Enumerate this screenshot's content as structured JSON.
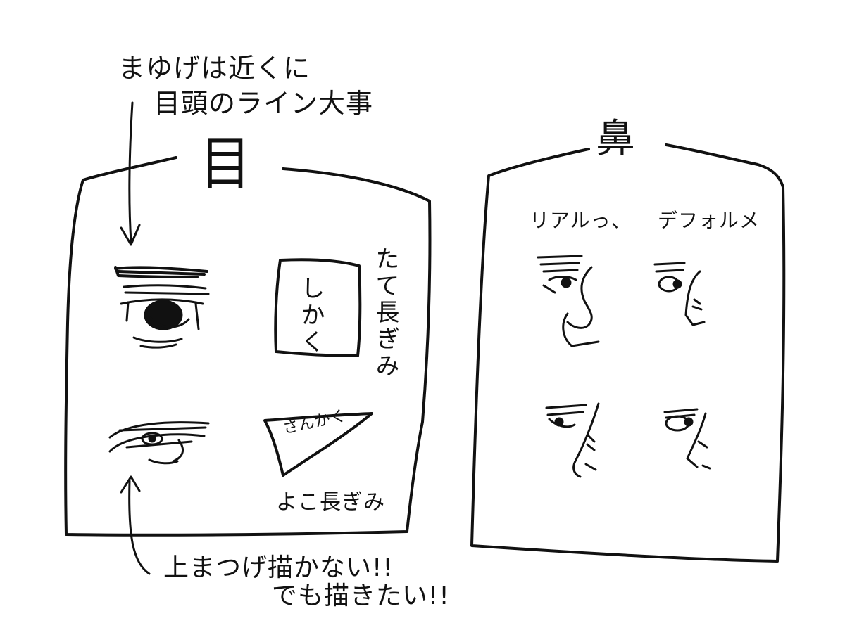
{
  "notes": {
    "eyebrow_note_line1": "まゆげは近くに",
    "eyebrow_note_line2": "目頭のライン大事",
    "lashes_note_line1": "上まつげ描かない!!",
    "lashes_note_line2": "でも描きたい!!"
  },
  "eye_panel": {
    "title": "目",
    "square_label": "しかく",
    "square_caption": "たて長ぎみ",
    "triangle_label": "さんかく",
    "triangle_caption": "よこ長ぎみ"
  },
  "nose_panel": {
    "title": "鼻",
    "col_realistic": "リアルっ、",
    "col_deformed": "デフォルメ"
  },
  "colors": {
    "ink": "#111111",
    "paper": "#ffffff"
  }
}
